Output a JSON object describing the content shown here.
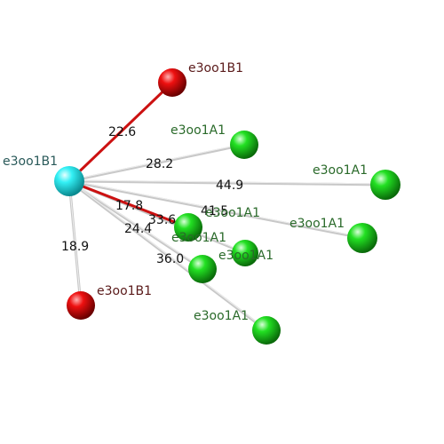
{
  "colors": {
    "background": "#ffffff",
    "center_node": "#22e6ee",
    "red_node": "#e00000",
    "green_node": "#22dd22",
    "red_bond": "#cc1111",
    "gray_bond": "#c8c8c8",
    "red_label": "#5a1a1a",
    "green_label": "#2a6a2a",
    "center_label": "#2a5a5a"
  },
  "center": {
    "label": "e3oo1B1",
    "type": "cyan"
  },
  "neighbors": [
    {
      "id": "n1",
      "label": "e3oo1B1",
      "type": "red",
      "distance": "22.6",
      "bond": "red"
    },
    {
      "id": "n2",
      "label": "e3oo1B1",
      "type": "red",
      "distance": "18.9",
      "bond": "gray"
    },
    {
      "id": "n3",
      "label": "e3oo1A1",
      "type": "green",
      "distance": "28.2",
      "bond": "gray"
    },
    {
      "id": "n4",
      "label": "e3oo1A1",
      "type": "green",
      "distance": "44.9",
      "bond": "gray"
    },
    {
      "id": "n5",
      "label": "e3oo1A1",
      "type": "green",
      "distance": "41.5",
      "bond": "gray"
    },
    {
      "id": "n6",
      "label": "e3oo1A1",
      "type": "green",
      "distance": "17.8",
      "bond": "red"
    },
    {
      "id": "n7",
      "label": "e3oo1A1",
      "type": "green",
      "distance": "33.6",
      "bond": "gray"
    },
    {
      "id": "n8",
      "label": "e3oo1A1",
      "type": "green",
      "distance": "24.4",
      "bond": "gray"
    },
    {
      "id": "n9",
      "label": "e3oo1A1",
      "type": "green",
      "distance": "36.0",
      "bond": "gray"
    }
  ]
}
